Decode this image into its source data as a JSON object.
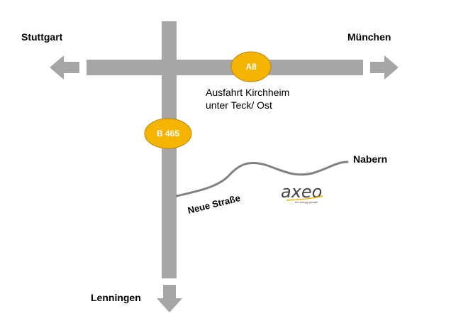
{
  "places": {
    "west": "Stuttgart",
    "east": "München",
    "south": "Lenningen",
    "northeast": "Nabern"
  },
  "exit": {
    "line1": "Ausfahrt Kirchheim",
    "line2": "unter Teck/ Ost"
  },
  "roads": {
    "highway": "A8",
    "federal": "B 465",
    "new_street": "Neue Straße"
  },
  "logo": {
    "name": "axeo",
    "tagline": "the energy people"
  },
  "colors": {
    "road": "#a6a6a6",
    "badge_fill": "#f4b400",
    "badge_stroke": "#b8860b",
    "route_line": "#808080"
  }
}
